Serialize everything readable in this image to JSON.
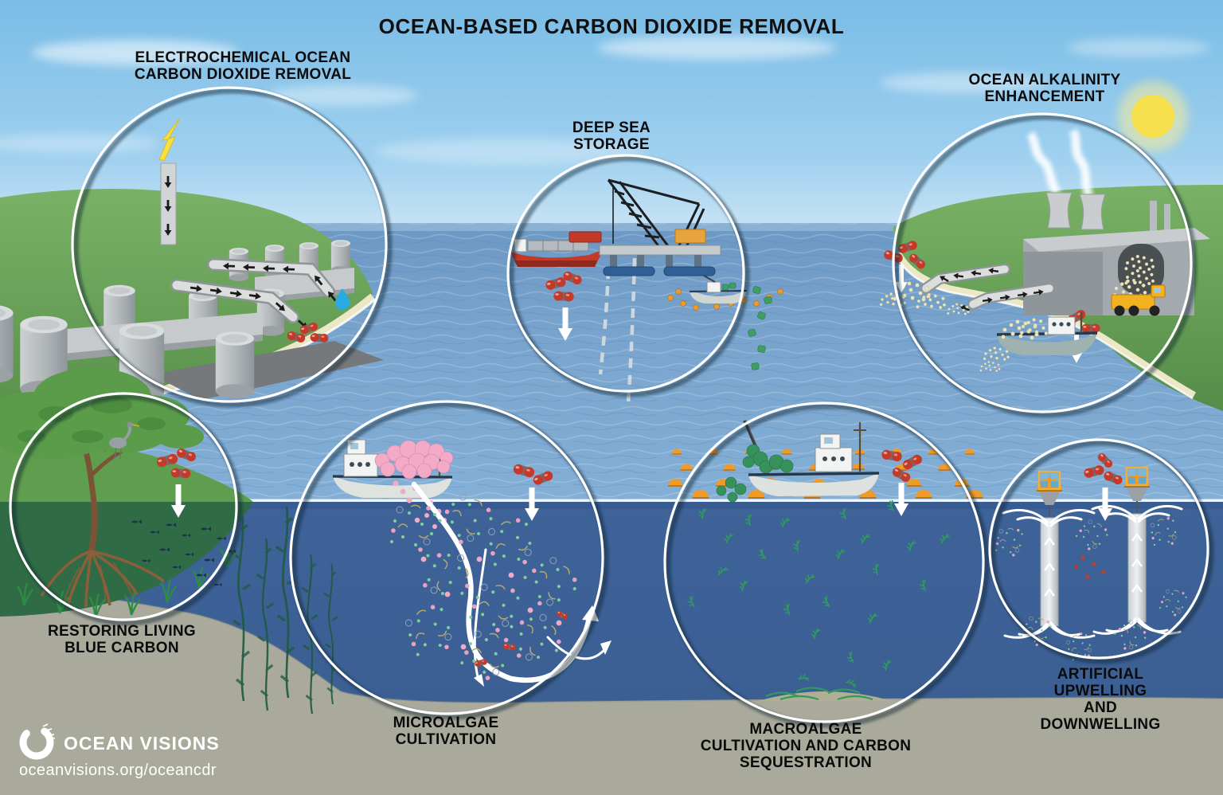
{
  "title": "OCEAN-BASED CARBON DIOXIDE REMOVAL",
  "methods": [
    {
      "id": "electrochemical-ocean-cdr",
      "label": "ELECTROCHEMICAL OCEAN\nCARBON DIOXIDE REMOVAL"
    },
    {
      "id": "deep-sea-storage",
      "label": "DEEP SEA\nSTORAGE"
    },
    {
      "id": "ocean-alkalinity-enhancement",
      "label": "OCEAN ALKALINITY\nENHANCEMENT"
    },
    {
      "id": "restoring-living-blue-carbon",
      "label": "RESTORING LIVING\nBLUE CARBON"
    },
    {
      "id": "microalgae-cultivation",
      "label": "MICROALGAE\nCULTIVATION"
    },
    {
      "id": "macroalgae-cultivation",
      "label": "MACROALGAE\nCULTIVATION AND CARBON\nSEQUESTRATION"
    },
    {
      "id": "artificial-upwelling-downwelling",
      "label": "ARTIFICIAL\nUPWELLING AND\nDOWNWELLING"
    }
  ],
  "footer": {
    "brand": "OCEAN VISIONS",
    "url": "oceanvisions.org/oceancdr"
  },
  "icons": {
    "logo-swirl": "circular-wave",
    "co2-molecule": "red-capsule",
    "down-arrow": "white-arrow-down",
    "sun": "yellow-disc",
    "lightning-bolt": "yellow-zigzag",
    "water-droplet": "blue-teardrop"
  },
  "colors": {
    "sky_top": "#7fc0e8",
    "sky_horizon": "#c2e0f3",
    "sea_surface": "#7aa3cc",
    "sea_deep": "#3e6399",
    "sand": "#a9aa9b",
    "land_green": "#6aa85e",
    "co2_red": "#c33a2a",
    "buoy_orange": "#f09a28",
    "algae_pink": "#f2aac6",
    "seaweed_green": "#2f9b5d",
    "label_text": "#0b0b0b",
    "waterline": "#f4f9fc"
  }
}
